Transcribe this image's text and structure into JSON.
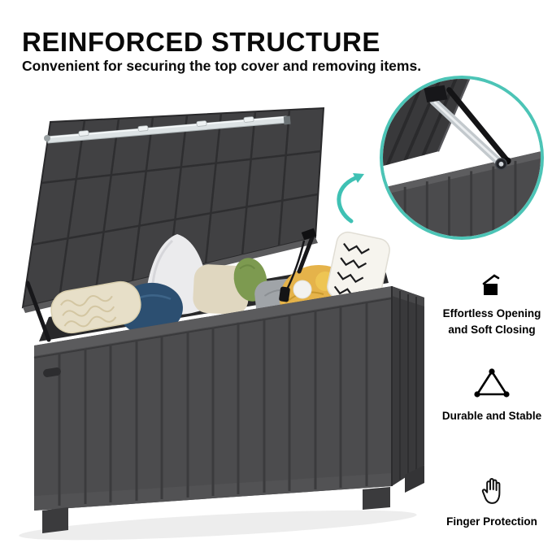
{
  "header": {
    "title": "REINFORCED STRUCTURE",
    "subtitle": "Convenient for securing the top cover and removing items."
  },
  "features": {
    "opening": {
      "label": "Effortless Opening and Soft Closing"
    },
    "stable": {
      "label": "Durable and Stable"
    },
    "finger": {
      "label": "Finger Protection"
    }
  },
  "colors": {
    "accent_teal": "#4CC4B6",
    "box_gray": "#4C4C4E",
    "lid_gray": "#414143",
    "text": "#0A0A0A"
  }
}
